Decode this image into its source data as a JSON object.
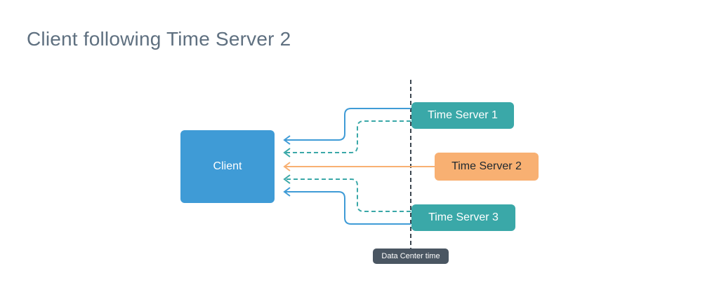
{
  "title": "Client following Time Server 2",
  "client": {
    "label": "Client"
  },
  "servers": [
    {
      "label": "Time Server 1"
    },
    {
      "label": "Time Server 2"
    },
    {
      "label": "Time Server 3"
    }
  ],
  "reference_line": {
    "label": "Data Center time"
  },
  "colors": {
    "title": "#5f7080",
    "client": "#3f9bd6",
    "server_teal": "#3aa8a8",
    "server_orange": "#f8b072",
    "line_blue": "#3f9bd6",
    "line_teal": "#3aa8a8",
    "line_orange": "#f8b072",
    "reference": "#3c4650",
    "label_bg": "#4a5662"
  },
  "icons": [
    "arrowhead-icon"
  ]
}
